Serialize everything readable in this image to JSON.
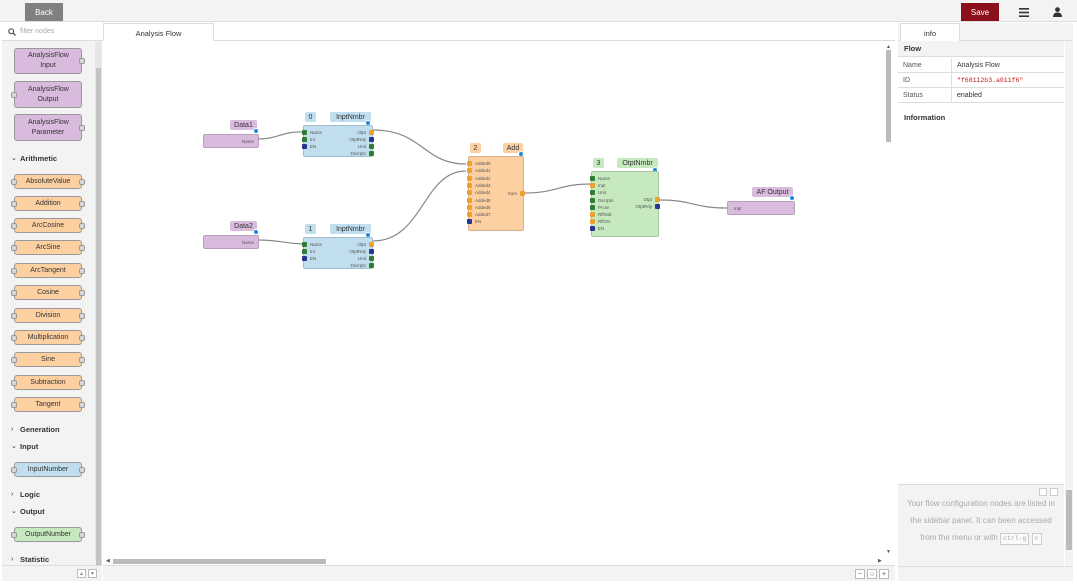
{
  "header": {
    "back_label": "Back",
    "save_label": "Save"
  },
  "palette": {
    "filter_placeholder": "filter nodes",
    "top_nodes": [
      "AnalysisFlow Input",
      "AnalysisFlow Output",
      "AnalysisFlow Parameter"
    ],
    "categories": {
      "arithmetic": "Arithmetic",
      "generation": "Generation",
      "input": "Input",
      "logic": "Logic",
      "output": "Output",
      "statistic": "Statistic"
    },
    "arithmetic_nodes": [
      "AbsoluteValue",
      "Addition",
      "ArcCosine",
      "ArcSine",
      "ArcTangent",
      "Cosine",
      "Division",
      "Multiplication",
      "Sine",
      "Subtraction",
      "Tangent"
    ],
    "input_nodes": [
      "InputNumber"
    ],
    "output_nodes": [
      "OutputNumber"
    ]
  },
  "workspace": {
    "tab_label": "Analysis Flow",
    "nodes": {
      "data1": {
        "title": "Data1",
        "port": "Name"
      },
      "data2": {
        "title": "Data2",
        "port": "Name"
      },
      "inp0": {
        "index": "0",
        "title": "InptNmbr",
        "in_ports": [
          "Name",
          "Int",
          "EN"
        ],
        "out_ports": [
          "Otpt",
          "OtptRdy",
          "Unit",
          "Dscrptn"
        ]
      },
      "inp1": {
        "index": "1",
        "title": "InptNmbr",
        "in_ports": [
          "Name",
          "Int",
          "EN"
        ],
        "out_ports": [
          "Otpt",
          "OtptRdy",
          "Unit",
          "Dscrptn"
        ]
      },
      "add": {
        "index": "2",
        "title": "Add",
        "in_ports": [
          "Added0",
          "Added1",
          "Added2",
          "Added3",
          "Added4",
          "Added5",
          "Added6",
          "Added7",
          "EN"
        ],
        "out_port": "Sum"
      },
      "out": {
        "index": "3",
        "title": "OtptNmbr",
        "in_ports": [
          "Name",
          "Inpt",
          "Unit",
          "Dscrptn",
          "Prcsn",
          "RffrMd",
          "RffrSs",
          "EN"
        ],
        "out_ports": [
          "Otpt",
          "OtptRdy"
        ]
      },
      "afout": {
        "title": "AF Output",
        "port": "Inpt"
      }
    }
  },
  "sidebar": {
    "tab_label": "info",
    "section_flow": "Flow",
    "rows": [
      {
        "key": "Name",
        "value": "Analysis Flow"
      },
      {
        "key": "ID",
        "value": "\"f68112b3.a011f6\""
      },
      {
        "key": "Status",
        "value": "enabled"
      }
    ],
    "section_info": "Information",
    "tip": {
      "text": "Your flow configuration nodes are listed in the sidebar panel. It can been accessed from the menu or with",
      "key1": "ctrl-g",
      "key2": "c"
    }
  },
  "colors": {
    "save": "#8c101c",
    "analysisflow": "#d9bbdd",
    "arithmetic": "#fdd0a2",
    "input": "#c0deed",
    "output": "#c7e9c0",
    "port_link": "#1e88e5"
  }
}
